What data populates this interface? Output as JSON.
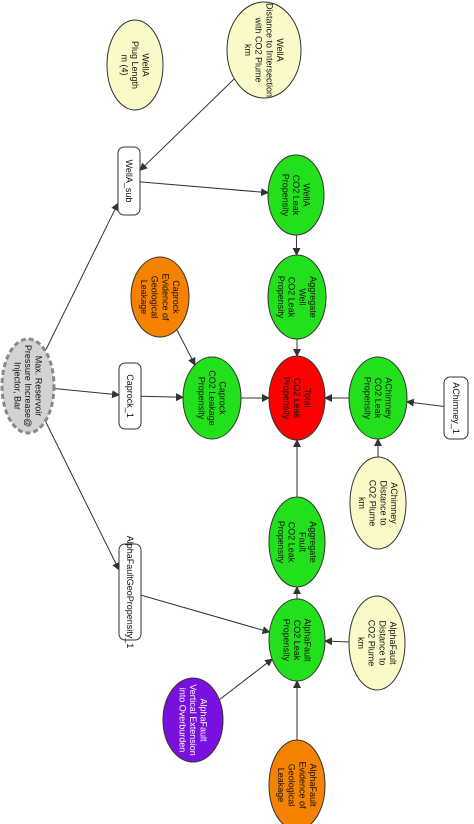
{
  "colors": {
    "yellow": "#fafac8",
    "green": "#22e01b",
    "orange": "#f58200",
    "red": "#ff0000",
    "purple": "#7a10e0",
    "gray": "#d3d3d3",
    "white": "#ffffff",
    "stroke": "#333333",
    "purple_text": "#ffffff"
  },
  "nodes": {
    "welia_plug_length": {
      "lines": [
        "WellA",
        "Plug Length",
        "m (4)"
      ],
      "fill": "yellow"
    },
    "welia_distance": {
      "lines": [
        "WellA",
        "Distance to Intersection",
        "with CO2 Plume",
        "km"
      ],
      "fill": "yellow"
    },
    "welia_sub": {
      "lines": [
        "WellA_sub"
      ],
      "fill": "white"
    },
    "welia_leak": {
      "lines": [
        "WellA",
        "CO2 Leak",
        "Propensity"
      ],
      "fill": "green"
    },
    "caprock_evidence": {
      "lines": [
        "Caprock",
        "Evidence of",
        "Geological",
        "Leakage"
      ],
      "fill": "orange"
    },
    "aggregate_well": {
      "lines": [
        "Aggregate",
        "Well",
        "CO2 Leak",
        "Propensity"
      ],
      "fill": "green"
    },
    "max_pressure": {
      "lines": [
        "Max. Reservoir",
        "Pressure Increase@",
        "Injector, Bar"
      ],
      "fill": "gray"
    },
    "caprock_1": {
      "lines": [
        "Caprock_1"
      ],
      "fill": "white"
    },
    "caprock_leak": {
      "lines": [
        "Caprock",
        "CO2 Leakage",
        "Propensity"
      ],
      "fill": "green"
    },
    "total_leak": {
      "lines": [
        "Total",
        "CO2 Leak",
        "Propensity"
      ],
      "fill": "red"
    },
    "achimney_leak": {
      "lines": [
        "AChimney",
        "CO2 Leak",
        "Propensity"
      ],
      "fill": "green"
    },
    "achimney_1": {
      "lines": [
        "AChimney_1"
      ],
      "fill": "white"
    },
    "achimney_distance": {
      "lines": [
        "AChimney",
        "Distance to",
        "CO2 Plume",
        "km"
      ],
      "fill": "yellow"
    },
    "aggregate_fault": {
      "lines": [
        "Aggregate",
        "Fault",
        "CO2 Leak",
        "Propensity"
      ],
      "fill": "green"
    },
    "alphafault_geo": {
      "lines": [
        "AlphaFaultGeoPropensity_1"
      ],
      "fill": "white"
    },
    "alphafault_leak": {
      "lines": [
        "AlphaFault",
        "CO2 Leak",
        "Propensity"
      ],
      "fill": "green"
    },
    "alphafault_distance": {
      "lines": [
        "AlphaFault",
        "Distance to",
        "CO2 Plume",
        "km"
      ],
      "fill": "yellow"
    },
    "alphafault_vertical": {
      "lines": [
        "AlphaFault",
        "Vertical Extension",
        "into Overburden"
      ],
      "fill": "purple"
    },
    "alphafault_evidence": {
      "lines": [
        "AlphaFault",
        "Evidence of",
        "Geological",
        "Leakage"
      ],
      "fill": "orange"
    }
  },
  "edges": [
    [
      "max_pressure",
      "welia_sub"
    ],
    [
      "max_pressure",
      "caprock_1"
    ],
    [
      "max_pressure",
      "alphafault_geo"
    ],
    [
      "welia_distance",
      "welia_sub"
    ],
    [
      "welia_sub",
      "welia_leak"
    ],
    [
      "welia_leak",
      "aggregate_well"
    ],
    [
      "aggregate_well",
      "total_leak"
    ],
    [
      "caprock_1",
      "caprock_leak"
    ],
    [
      "caprock_evidence",
      "caprock_leak"
    ],
    [
      "caprock_leak",
      "total_leak"
    ],
    [
      "achimney_leak",
      "total_leak"
    ],
    [
      "achimney_1",
      "achimney_leak"
    ],
    [
      "achimney_distance",
      "achimney_leak"
    ],
    [
      "aggregate_fault",
      "total_leak"
    ],
    [
      "alphafault_leak",
      "aggregate_fault"
    ],
    [
      "alphafault_geo",
      "alphafault_leak"
    ],
    [
      "alphafault_distance",
      "alphafault_leak"
    ],
    [
      "alphafault_vertical",
      "alphafault_leak"
    ],
    [
      "alphafault_evidence",
      "alphafault_leak"
    ]
  ]
}
